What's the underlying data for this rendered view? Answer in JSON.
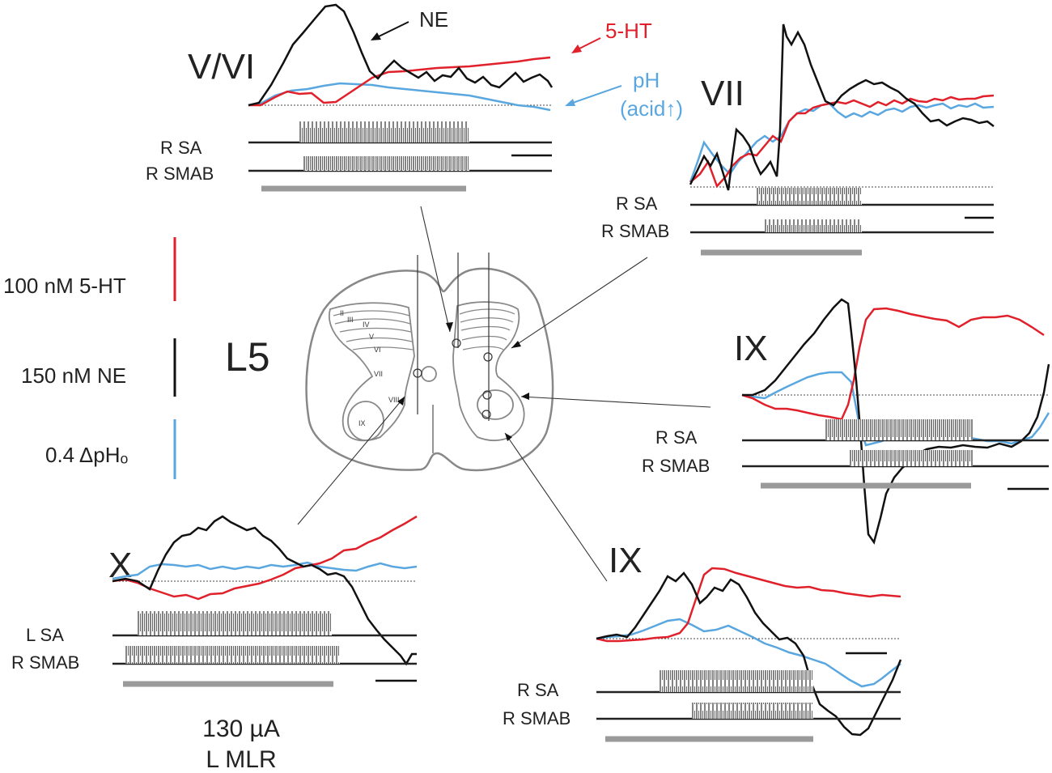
{
  "segment_label": "L5",
  "legend": {
    "items": [
      {
        "text": "100 nM 5-HT",
        "color": "#e0202a"
      },
      {
        "text": "150 nM NE",
        "color": "#111111"
      },
      {
        "text": "0.4  ΔpHₒ",
        "color": "#5aa7e0"
      }
    ]
  },
  "annotations": {
    "ne": "NE",
    "ht": "5-HT",
    "ph": "pH",
    "acid": "(acid↑)"
  },
  "stimulus": {
    "current": "130 µA",
    "site": "L MLR"
  },
  "lamina_labels": [
    "II",
    "III",
    "IV",
    "V",
    "VI",
    "VII",
    "VIII",
    "IX"
  ],
  "panels": {
    "p1": {
      "title": "V/VI",
      "trace1": "R SA",
      "trace2": "R SMAB"
    },
    "p2": {
      "title": "VII",
      "trace1": "R SA",
      "trace2": "R SMAB"
    },
    "p3": {
      "title": "IX",
      "trace1": "R SA",
      "trace2": "R SMAB"
    },
    "p4": {
      "title": "X",
      "trace1": "L SA",
      "trace2": "R SMAB"
    },
    "p5": {
      "title": "IX",
      "trace1": "R SA",
      "trace2": "R SMAB"
    }
  },
  "colors": {
    "serotonin": "#e0202a",
    "norepinephrine": "#111111",
    "ph": "#5aa7e0",
    "stim_bar": "#9a9a9a",
    "cord_outline": "#888888"
  }
}
